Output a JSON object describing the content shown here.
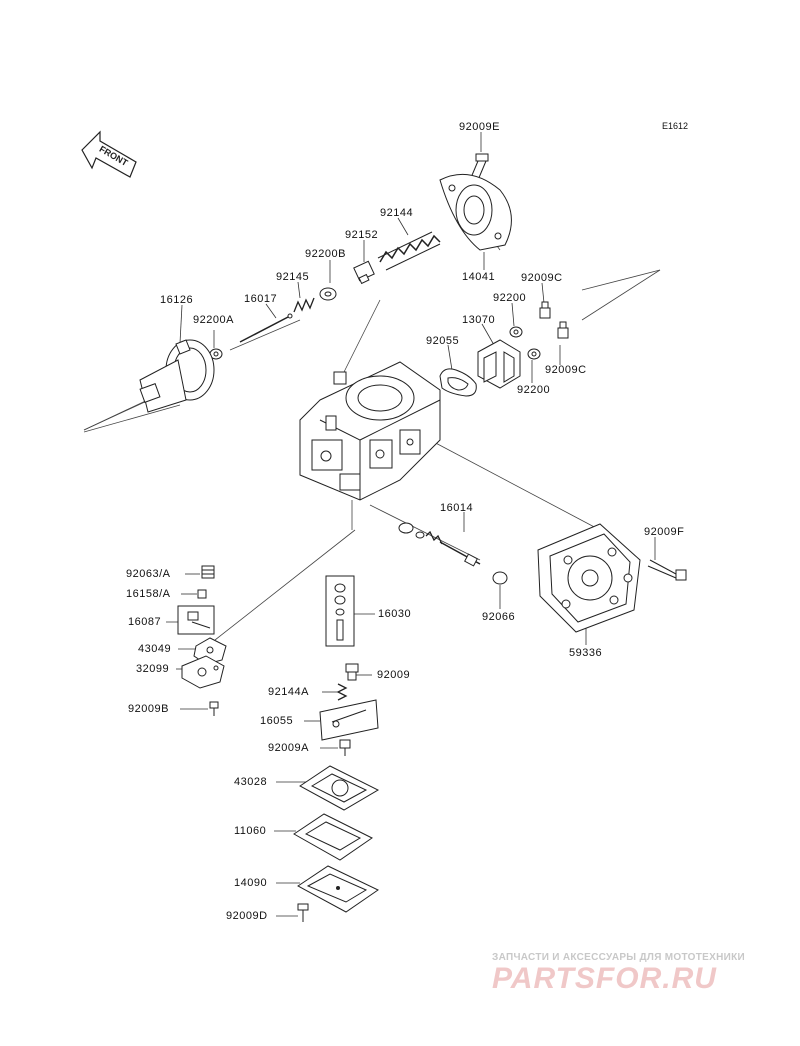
{
  "diagram": {
    "code": "E1612",
    "direction_label": "FRONT"
  },
  "parts": [
    {
      "id": "p01",
      "label": "92009E"
    },
    {
      "id": "p02",
      "label": "92144"
    },
    {
      "id": "p03",
      "label": "92152"
    },
    {
      "id": "p04",
      "label": "92200B"
    },
    {
      "id": "p05",
      "label": "92145"
    },
    {
      "id": "p06",
      "label": "16017"
    },
    {
      "id": "p07",
      "label": "16126"
    },
    {
      "id": "p08",
      "label": "92200A"
    },
    {
      "id": "p09",
      "label": "14041"
    },
    {
      "id": "p10",
      "label": "92009C"
    },
    {
      "id": "p11",
      "label": "92200"
    },
    {
      "id": "p12",
      "label": "13070"
    },
    {
      "id": "p13",
      "label": "92055"
    },
    {
      "id": "p14",
      "label": "92009C"
    },
    {
      "id": "p15",
      "label": "92200"
    },
    {
      "id": "p16",
      "label": "16014"
    },
    {
      "id": "p17",
      "label": "92009F"
    },
    {
      "id": "p18",
      "label": "92063/A"
    },
    {
      "id": "p19",
      "label": "16158/A"
    },
    {
      "id": "p20",
      "label": "16030"
    },
    {
      "id": "p21",
      "label": "16087"
    },
    {
      "id": "p22",
      "label": "92066"
    },
    {
      "id": "p23",
      "label": "43049"
    },
    {
      "id": "p24",
      "label": "59336"
    },
    {
      "id": "p25",
      "label": "32099"
    },
    {
      "id": "p26",
      "label": "92009"
    },
    {
      "id": "p27",
      "label": "92144A"
    },
    {
      "id": "p28",
      "label": "92009B"
    },
    {
      "id": "p29",
      "label": "16055"
    },
    {
      "id": "p30",
      "label": "92009A"
    },
    {
      "id": "p31",
      "label": "43028"
    },
    {
      "id": "p32",
      "label": "11060"
    },
    {
      "id": "p33",
      "label": "14090"
    },
    {
      "id": "p34",
      "label": "92009D"
    }
  ],
  "watermark": {
    "caption": "ЗАПЧАСТИ И АКСЕССУАРЫ ДЛЯ МОТОТЕХНИКИ",
    "logo": "PARTSFOR.RU"
  }
}
